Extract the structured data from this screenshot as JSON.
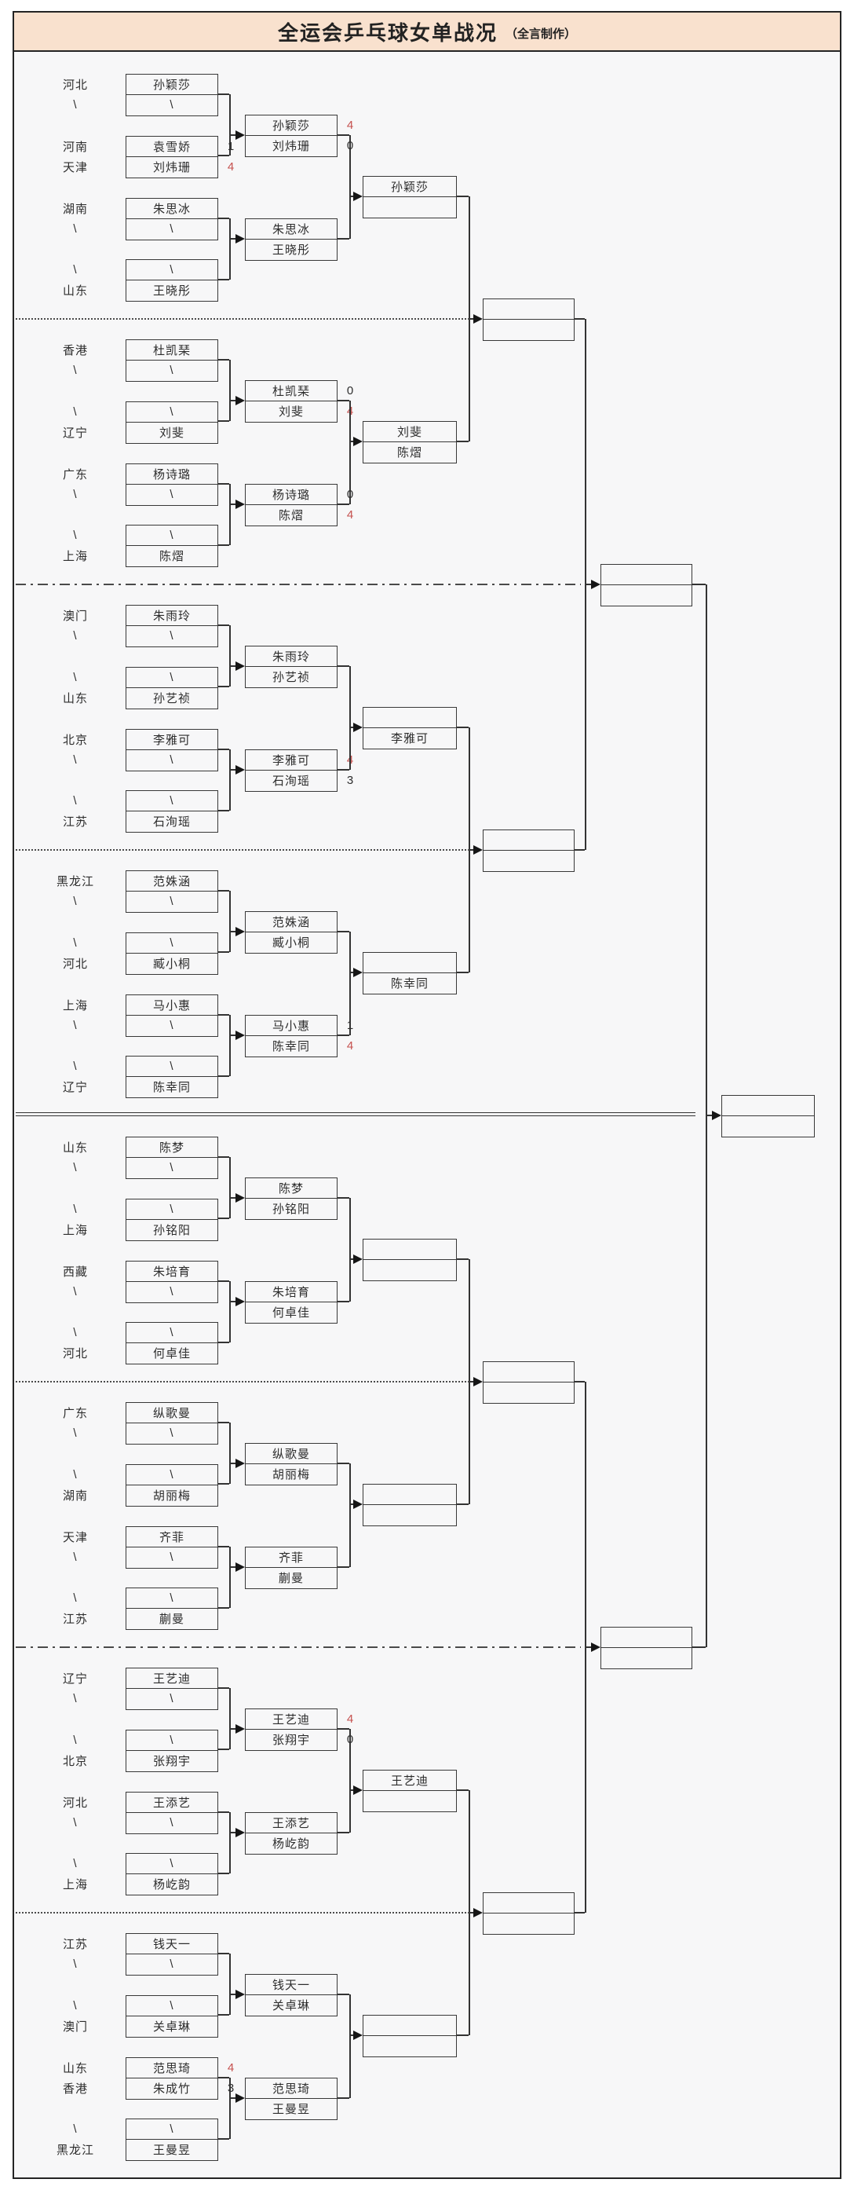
{
  "title": {
    "main": "全运会乒乓球女单战况",
    "sub": "（全言制作）"
  },
  "colors": {
    "title_bg": "#f9e1ce",
    "content_bg": "#f7f7f8",
    "line": "#333333",
    "score_red": "#c5504e",
    "text": "#2d2d2d"
  },
  "bracket": {
    "groups": [
      {
        "region_labels": [
          "河北",
          "\\",
          "河南",
          "天津",
          "湖南",
          "\\",
          "\\",
          "山东"
        ],
        "round1": [
          {
            "top": "孙颖莎",
            "bottom": "\\"
          },
          {
            "top": "袁雪娇",
            "bottom": "刘炜珊",
            "top_score": "1",
            "bottom_score": "4",
            "bottom_score_red": true
          },
          {
            "top": "朱思冰",
            "bottom": "\\"
          },
          {
            "top": "\\",
            "bottom": "王晓彤"
          }
        ],
        "round2": [
          {
            "top": "孙颖莎",
            "bottom": "刘炜珊",
            "top_score": "4",
            "bottom_score": "0",
            "top_score_red": true
          },
          {
            "top": "朱思冰",
            "bottom": "王晓彤"
          }
        ],
        "round3": {
          "top": "孙颖莎",
          "bottom": ""
        }
      },
      {
        "region_labels": [
          "香港",
          "\\",
          "\\",
          "辽宁",
          "广东",
          "\\",
          "\\",
          "上海"
        ],
        "round1": [
          {
            "top": "杜凯琹",
            "bottom": "\\"
          },
          {
            "top": "\\",
            "bottom": "刘斐"
          },
          {
            "top": "杨诗璐",
            "bottom": "\\"
          },
          {
            "top": "\\",
            "bottom": "陈熠"
          }
        ],
        "round2": [
          {
            "top": "杜凯琹",
            "bottom": "刘斐",
            "top_score": "0",
            "bottom_score": "4",
            "bottom_score_red": true
          },
          {
            "top": "杨诗璐",
            "bottom": "陈熠",
            "top_score": "0",
            "bottom_score": "4",
            "bottom_score_red": true
          }
        ],
        "round3": {
          "top": "刘斐",
          "bottom": "陈熠"
        }
      },
      {
        "region_labels": [
          "澳门",
          "\\",
          "\\",
          "山东",
          "北京",
          "\\",
          "\\",
          "江苏"
        ],
        "round1": [
          {
            "top": "朱雨玲",
            "bottom": "\\"
          },
          {
            "top": "\\",
            "bottom": "孙艺祯"
          },
          {
            "top": "李雅可",
            "bottom": "\\"
          },
          {
            "top": "\\",
            "bottom": "石洵瑶"
          }
        ],
        "round2": [
          {
            "top": "朱雨玲",
            "bottom": "孙艺祯"
          },
          {
            "top": "李雅可",
            "bottom": "石洵瑶",
            "top_score": "4",
            "bottom_score": "3",
            "top_score_red": true
          }
        ],
        "round3": {
          "top": "",
          "bottom": "李雅可"
        }
      },
      {
        "region_labels": [
          "黑龙江",
          "\\",
          "\\",
          "河北",
          "上海",
          "\\",
          "\\",
          "辽宁"
        ],
        "round1": [
          {
            "top": "范姝涵",
            "bottom": "\\"
          },
          {
            "top": "\\",
            "bottom": "臧小桐"
          },
          {
            "top": "马小惠",
            "bottom": "\\"
          },
          {
            "top": "\\",
            "bottom": "陈幸同"
          }
        ],
        "round2": [
          {
            "top": "范姝涵",
            "bottom": "臧小桐"
          },
          {
            "top": "马小惠",
            "bottom": "陈幸同",
            "top_score": "1",
            "bottom_score": "4",
            "bottom_score_red": true
          }
        ],
        "round3": {
          "top": "",
          "bottom": "陈幸同"
        }
      },
      {
        "region_labels": [
          "山东",
          "\\",
          "\\",
          "上海",
          "西藏",
          "\\",
          "\\",
          "河北"
        ],
        "round1": [
          {
            "top": "陈梦",
            "bottom": "\\"
          },
          {
            "top": "\\",
            "bottom": "孙铭阳"
          },
          {
            "top": "朱培育",
            "bottom": "\\"
          },
          {
            "top": "\\",
            "bottom": "何卓佳"
          }
        ],
        "round2": [
          {
            "top": "陈梦",
            "bottom": "孙铭阳"
          },
          {
            "top": "朱培育",
            "bottom": "何卓佳"
          }
        ],
        "round3": {
          "top": "",
          "bottom": ""
        }
      },
      {
        "region_labels": [
          "广东",
          "\\",
          "\\",
          "湖南",
          "天津",
          "\\",
          "\\",
          "江苏"
        ],
        "round1": [
          {
            "top": "纵歌曼",
            "bottom": "\\"
          },
          {
            "top": "\\",
            "bottom": "胡丽梅"
          },
          {
            "top": "齐菲",
            "bottom": "\\"
          },
          {
            "top": "\\",
            "bottom": "蒯曼"
          }
        ],
        "round2": [
          {
            "top": "纵歌曼",
            "bottom": "胡丽梅"
          },
          {
            "top": "齐菲",
            "bottom": "蒯曼"
          }
        ],
        "round3": {
          "top": "",
          "bottom": ""
        }
      },
      {
        "region_labels": [
          "辽宁",
          "\\",
          "\\",
          "北京",
          "河北",
          "\\",
          "\\",
          "上海"
        ],
        "round1": [
          {
            "top": "王艺迪",
            "bottom": "\\"
          },
          {
            "top": "\\",
            "bottom": "张翔宇"
          },
          {
            "top": "王添艺",
            "bottom": "\\"
          },
          {
            "top": "\\",
            "bottom": "杨屹韵"
          }
        ],
        "round2": [
          {
            "top": "王艺迪",
            "bottom": "张翔宇",
            "top_score": "4",
            "bottom_score": "0",
            "top_score_red": true
          },
          {
            "top": "王添艺",
            "bottom": "杨屹韵"
          }
        ],
        "round3": {
          "top": "王艺迪",
          "bottom": ""
        }
      },
      {
        "region_labels": [
          "江苏",
          "\\",
          "\\",
          "澳门",
          "山东",
          "香港",
          "\\",
          "黑龙江"
        ],
        "round1": [
          {
            "top": "钱天一",
            "bottom": "\\"
          },
          {
            "top": "\\",
            "bottom": "关卓琳"
          },
          {
            "top": "范思琦",
            "bottom": "朱成竹",
            "top_score": "4",
            "bottom_score": "3",
            "top_score_red": true
          },
          {
            "top": "\\",
            "bottom": "王曼昱"
          }
        ],
        "round2": [
          {
            "top": "钱天一",
            "bottom": "关卓琳"
          },
          {
            "top": "范思琦",
            "bottom": "王曼昱"
          }
        ],
        "round3": {
          "top": "",
          "bottom": ""
        }
      }
    ],
    "quarterfinals": [
      {
        "top": "",
        "bottom": ""
      },
      {
        "top": "",
        "bottom": ""
      },
      {
        "top": "",
        "bottom": ""
      },
      {
        "top": "",
        "bottom": ""
      }
    ],
    "semifinals": [
      {
        "top": "",
        "bottom": ""
      },
      {
        "top": "",
        "bottom": ""
      }
    ],
    "final": {
      "top": "",
      "bottom": ""
    }
  }
}
